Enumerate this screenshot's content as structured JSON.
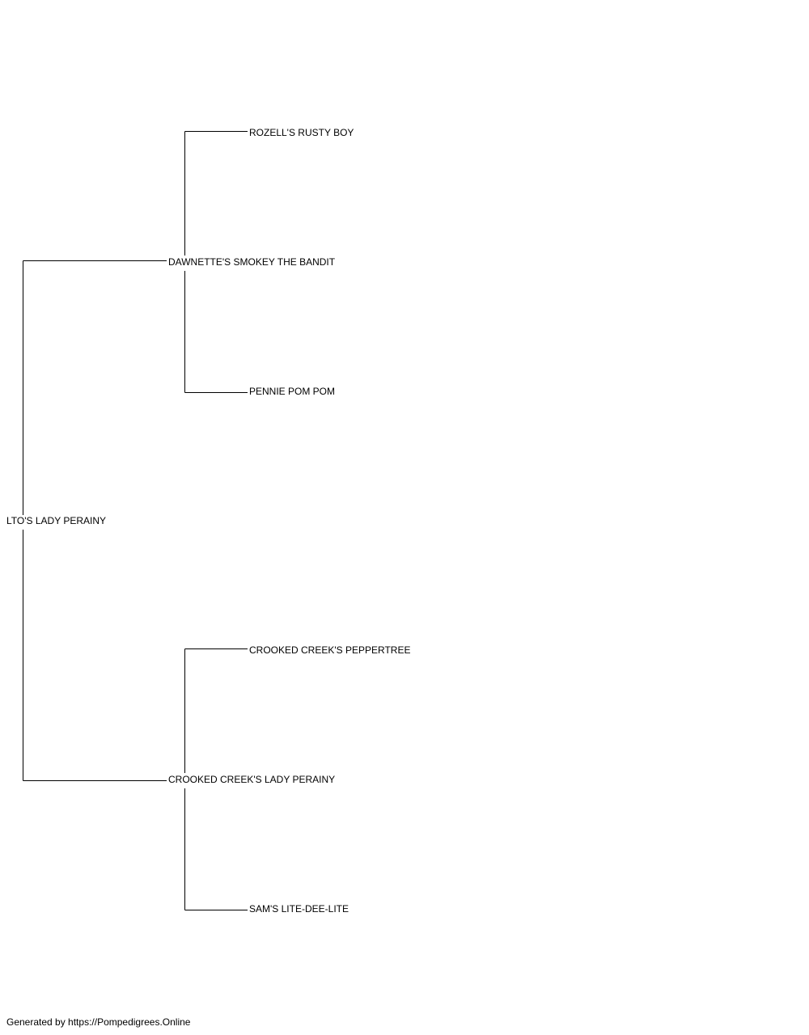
{
  "pedigree": {
    "subject": "LTO'S LADY PERAINY",
    "sire": "DAWNETTE'S SMOKEY THE BANDIT",
    "dam": "CROOKED CREEK'S LADY PERAINY",
    "sire_sire": "ROZELL'S RUSTY BOY",
    "sire_dam": "PENNIE POM POM",
    "dam_sire": "CROOKED CREEK'S PEPPERTREE",
    "dam_dam": "SAM'S LITE-DEE-LITE"
  },
  "footer": {
    "credit": "Generated by https://Pompedigrees.Online"
  },
  "colors": {
    "line": "#000000",
    "text": "#000000",
    "background": "#ffffff"
  }
}
